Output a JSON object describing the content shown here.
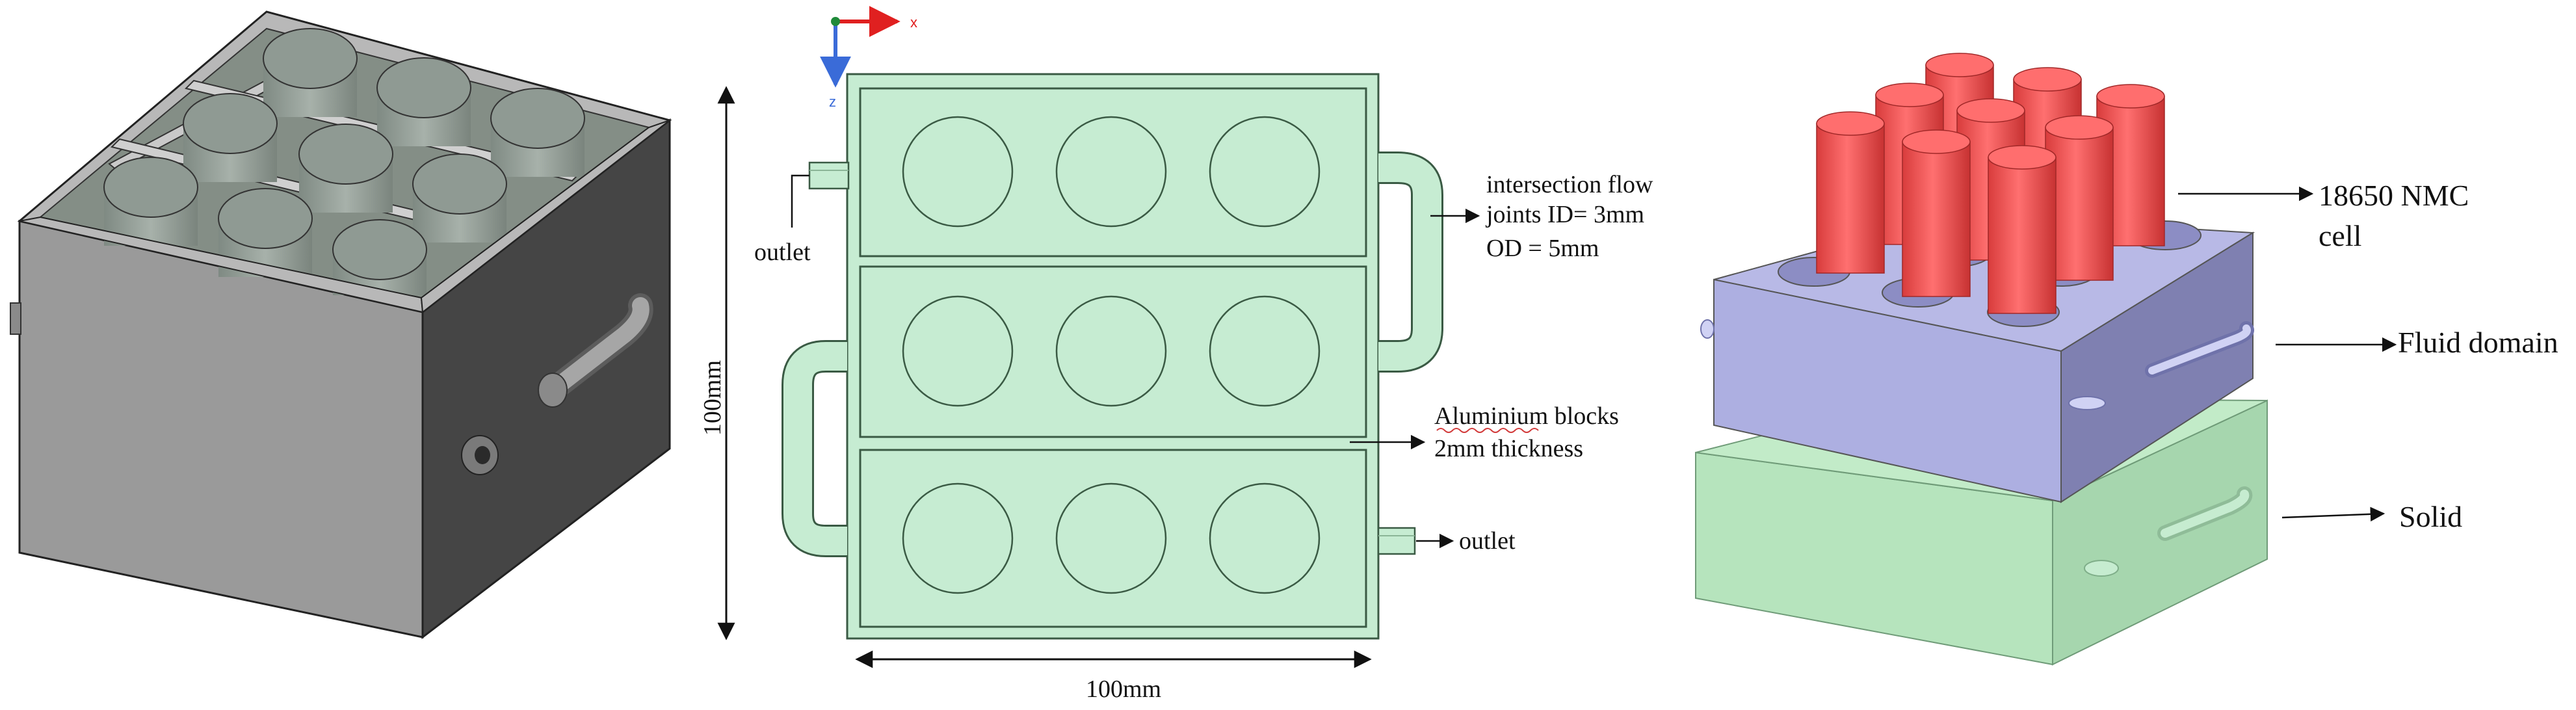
{
  "colors": {
    "box_front": "#9a9a9a",
    "box_side": "#454545",
    "box_top": "#b8b8b8",
    "box_inner": "#848e86",
    "cell_grey": "#8e9a92",
    "plan_fill": "#c6ecd2",
    "plan_stroke": "#3a5a44",
    "fluid_top": "#b8b9e6",
    "fluid_front": "#adafe1",
    "fluid_side": "#7f80b1",
    "solid_front": "#b6e4bd",
    "solid_side": "#9ecba8",
    "cell_red": "#f05a5a",
    "axis_x": "#e02020",
    "axis_z": "#3a6bd8"
  },
  "axis": {
    "x": "x",
    "z": "z"
  },
  "labels": {
    "dim_vertical": "100mm",
    "dim_horizontal": "100mm",
    "outlet_left": "outlet",
    "outlet_right": "outlet",
    "intersection_line1": "intersection flow",
    "intersection_line2": "joints ID= 3mm",
    "intersection_line3": "OD = 5mm",
    "aluminium_line1": "Aluminium blocks",
    "aluminium_line2": "2mm thickness",
    "cell_line1": "18650 NMC",
    "cell_line2": "cell",
    "fluid": "Fluid domain",
    "solid": "Solid"
  },
  "plan": {
    "compartments": 3,
    "cells_per_compartment": 3
  }
}
